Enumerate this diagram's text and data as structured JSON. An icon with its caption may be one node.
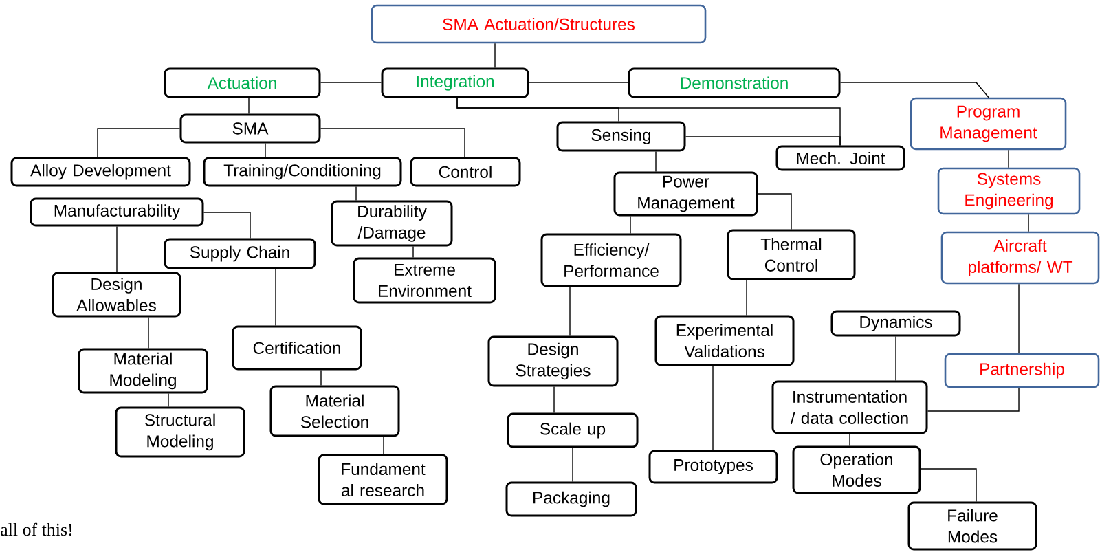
{
  "diagram": {
    "nodes": [
      {
        "text": [
          "SMA Actuation/Structures"
        ]
      },
      {
        "text": [
          "Actuation"
        ]
      },
      {
        "text": [
          "Integration"
        ]
      },
      {
        "text": [
          "Demonstration"
        ]
      },
      {
        "text": [
          "Program Management"
        ]
      },
      {
        "text": [
          "SMA"
        ]
      },
      {
        "text": [
          "Alloy Development"
        ]
      },
      {
        "text": [
          "Training/Conditioning"
        ]
      },
      {
        "text": [
          "Control"
        ]
      },
      {
        "text": [
          "Sensing"
        ]
      },
      {
        "text": [
          "Mech. Joint"
        ]
      },
      {
        "text": [
          "Power Management"
        ]
      },
      {
        "text": [
          "Systems Engineering"
        ]
      },
      {
        "text": [
          "Manufacturability"
        ]
      },
      {
        "text": [
          "Durability /Damage"
        ]
      },
      {
        "text": [
          "Supply Chain"
        ]
      },
      {
        "text": [
          "Efficiency/ Performance"
        ]
      },
      {
        "text": [
          "Thermal Control"
        ]
      },
      {
        "text": [
          "Aircraft platforms/ WT"
        ]
      },
      {
        "text": [
          "Extreme Environment"
        ]
      },
      {
        "text": [
          "Design Allowables"
        ]
      },
      {
        "text": [
          "Dynamics"
        ]
      },
      {
        "text": [
          "Experimental Validations"
        ]
      },
      {
        "text": [
          "Certification"
        ]
      },
      {
        "text": [
          "Design Strategies"
        ]
      },
      {
        "text": [
          "Partnership"
        ]
      },
      {
        "text": [
          "Instrumentation / data collection"
        ]
      },
      {
        "text": [
          "Material Modeling"
        ]
      },
      {
        "text": [
          "Scale up"
        ]
      },
      {
        "text": [
          "Material Selection"
        ]
      },
      {
        "text": [
          "Structural Modeling"
        ]
      },
      {
        "text": [
          "Prototypes"
        ]
      },
      {
        "text": [
          "Operation Modes"
        ]
      },
      {
        "text": [
          "Fundament al research"
        ]
      },
      {
        "text": [
          "Packaging"
        ]
      },
      {
        "text": [
          "Failure Modes"
        ]
      }
    ],
    "edges": [
      {
        "from": 0,
        "to": 2,
        "arrow": "none"
      },
      {
        "from": 1,
        "to": 2,
        "arrow": "none"
      },
      {
        "from": 2,
        "to": 3,
        "arrow": "none"
      },
      {
        "from": 3,
        "to": 4,
        "arrow": "none"
      },
      {
        "from": 1,
        "to": 5,
        "arrow": "none"
      },
      {
        "from": 5,
        "to": 6,
        "arrow": "none"
      },
      {
        "from": 5,
        "to": 7,
        "arrow": "none"
      },
      {
        "from": 5,
        "to": 8,
        "arrow": "none"
      },
      {
        "from": 2,
        "to": 9,
        "arrow": "none"
      },
      {
        "from": 2,
        "to": 10,
        "arrow": "none"
      },
      {
        "from": 9,
        "to": 10,
        "arrow": "none"
      },
      {
        "from": 9,
        "to": 11,
        "arrow": "none"
      },
      {
        "from": 11,
        "to": 16,
        "arrow": "none"
      },
      {
        "from": 11,
        "to": 17,
        "arrow": "none"
      },
      {
        "from": 4,
        "to": 12,
        "arrow": "none"
      },
      {
        "from": 12,
        "to": 18,
        "arrow": "none"
      },
      {
        "from": 18,
        "to": 25,
        "arrow": "none"
      },
      {
        "from": 25,
        "to": 26,
        "arrow": "none"
      },
      {
        "from": 21,
        "to": 26,
        "arrow": "none"
      },
      {
        "from": 26,
        "to": 32,
        "arrow": "none"
      },
      {
        "from": 32,
        "to": 35,
        "arrow": "none"
      },
      {
        "from": 7,
        "to": 14,
        "arrow": "none"
      },
      {
        "from": 14,
        "to": 19,
        "arrow": "none"
      },
      {
        "from": 13,
        "to": 20,
        "arrow": "none"
      },
      {
        "from": 13,
        "to": 15,
        "arrow": "none"
      },
      {
        "from": 15,
        "to": 23,
        "arrow": "none"
      },
      {
        "from": 20,
        "to": 27,
        "arrow": "none"
      },
      {
        "from": 27,
        "to": 30,
        "arrow": "none"
      },
      {
        "from": 23,
        "to": 29,
        "arrow": "none"
      },
      {
        "from": 29,
        "to": 33,
        "arrow": "none"
      },
      {
        "from": 16,
        "to": 24,
        "arrow": "none"
      },
      {
        "from": 24,
        "to": 28,
        "arrow": "none"
      },
      {
        "from": 28,
        "to": 34,
        "arrow": "none"
      },
      {
        "from": 17,
        "to": 22,
        "arrow": "none"
      },
      {
        "from": 22,
        "to": 31,
        "arrow": "none"
      }
    ],
    "labels": [
      "all of this!"
    ]
  }
}
